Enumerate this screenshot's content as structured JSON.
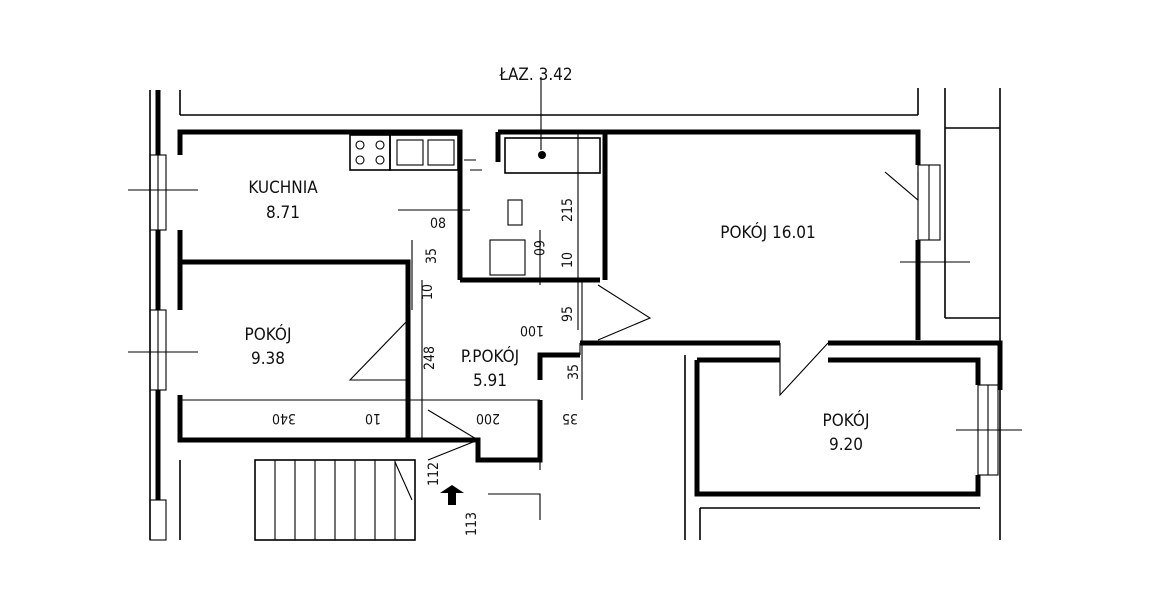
{
  "rooms": {
    "kitchen": {
      "name": "KUCHNIA",
      "area": "8.71"
    },
    "bedroom_left": {
      "name": "POKÓJ",
      "area": "9.38"
    },
    "hall_room": {
      "name": "P.POKÓJ",
      "area": "5.91"
    },
    "living": {
      "name": "POKÓJ 16.01"
    },
    "bedroom_right": {
      "name": "POKÓJ",
      "area": "9.20"
    },
    "bathroom": {
      "name": "ŁAZ. 3.42"
    }
  },
  "dimensions": {
    "d08": "08",
    "d35a": "35",
    "d10a": "10",
    "d215": "215",
    "d10b": "10",
    "d60": "60",
    "d100": "100",
    "d95": "95",
    "d35b": "35",
    "d248": "248",
    "d340": "340",
    "d10c": "10",
    "d200": "200",
    "d35c": "35",
    "d112": "112",
    "d113": "113"
  }
}
